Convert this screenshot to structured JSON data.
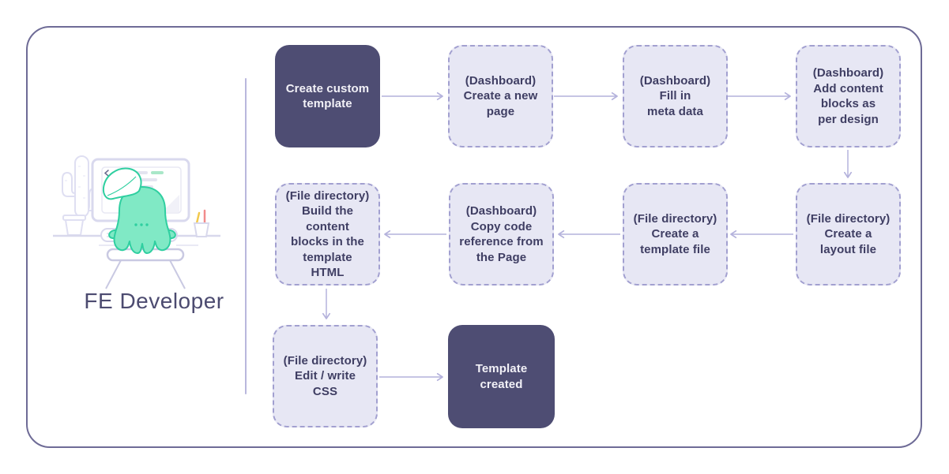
{
  "actor": {
    "label": "FE Developer",
    "illustration": "mascot-at-computer-desk"
  },
  "flow": {
    "nodes": [
      {
        "id": "create-custom-template",
        "style": "solid",
        "label": "Create custom\ntemplate"
      },
      {
        "id": "dashboard-create-new-page",
        "style": "dashed",
        "label": "(Dashboard)\nCreate a new\npage"
      },
      {
        "id": "dashboard-fill-meta-data",
        "style": "dashed",
        "label": "(Dashboard)\nFill in\nmeta data"
      },
      {
        "id": "dashboard-add-content-blocks",
        "style": "dashed",
        "label": "(Dashboard)\nAdd content\nblocks as\nper design"
      },
      {
        "id": "file-build-content-blocks",
        "style": "dashed",
        "label": "(File directory)\nBuild the content\nblocks in the\ntemplate\nHTML"
      },
      {
        "id": "dashboard-copy-code-reference",
        "style": "dashed",
        "label": "(Dashboard)\nCopy code\nreference from\nthe Page"
      },
      {
        "id": "file-create-template-file",
        "style": "dashed",
        "label": "(File directory)\nCreate a\ntemplate file"
      },
      {
        "id": "file-create-layout-file",
        "style": "dashed",
        "label": "(File directory)\nCreate a\nlayout file"
      },
      {
        "id": "file-edit-write-css",
        "style": "dashed",
        "label": "(File directory)\nEdit / write\nCSS"
      },
      {
        "id": "template-created",
        "style": "solid",
        "label": "Template\ncreated"
      }
    ],
    "edges": [
      {
        "from": "create-custom-template",
        "to": "dashboard-create-new-page"
      },
      {
        "from": "dashboard-create-new-page",
        "to": "dashboard-fill-meta-data"
      },
      {
        "from": "dashboard-fill-meta-data",
        "to": "dashboard-add-content-blocks"
      },
      {
        "from": "dashboard-add-content-blocks",
        "to": "file-create-layout-file"
      },
      {
        "from": "file-create-layout-file",
        "to": "file-create-template-file"
      },
      {
        "from": "file-create-template-file",
        "to": "dashboard-copy-code-reference"
      },
      {
        "from": "dashboard-copy-code-reference",
        "to": "file-build-content-blocks"
      },
      {
        "from": "file-build-content-blocks",
        "to": "file-edit-write-css"
      },
      {
        "from": "file-edit-write-css",
        "to": "template-created"
      }
    ]
  },
  "colors": {
    "frame_border": "#6e6b96",
    "divider": "#b9b7dd",
    "arrow": "#b4b2dc",
    "node_solid_bg": "#4e4d73",
    "node_solid_text": "#f2f1f7",
    "node_dashed_bg": "#e7e7f4",
    "node_dashed_border": "#a2a0d0",
    "node_dashed_text": "#3f3e63",
    "mascot_fill": "#80e9c5",
    "mascot_stroke": "#2fcfa0",
    "code_line_gray": "#e4e4f0",
    "code_line_green": "#a9e7c8",
    "code_line_pink": "#f4aab6",
    "actor_label_text": "#4c4b70"
  }
}
